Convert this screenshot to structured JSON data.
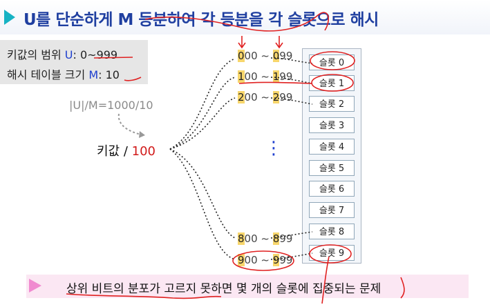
{
  "title": "U를 단순하게 M 등분하여 각 등분을 각 슬롯으로 해시",
  "info": {
    "line1_label": "키값의 범위 ",
    "line1_var": "U",
    "line1_sep": ": ",
    "line1_value": "0~999",
    "line2_label": "해시 테이블 크기 ",
    "line2_var": "M",
    "line2_sep": ": ",
    "line2_value": "10"
  },
  "ratio": "|U|/M=1000/10",
  "key": {
    "label": "키값 / ",
    "value": "100"
  },
  "ellipsis": "⋮",
  "slots": [
    "슬롯 0",
    "슬롯 1",
    "슬롯 2",
    "슬롯 3",
    "슬롯 4",
    "슬롯 5",
    "슬롯 6",
    "슬롯 7",
    "슬롯 8",
    "슬롯 9"
  ],
  "ranges": [
    {
      "h1": "0",
      "r1": "00 ~ ",
      "h2": "0",
      "r2": "99"
    },
    {
      "h1": "1",
      "r1": "00 ~ ",
      "h2": "1",
      "r2": "99"
    },
    {
      "h1": "2",
      "r1": "00 ~ ",
      "h2": "2",
      "r2": "99"
    },
    {
      "h1": "8",
      "r1": "00 ~ ",
      "h2": "8",
      "r2": "99"
    },
    {
      "h1": "9",
      "r1": "00 ~ ",
      "h2": "9",
      "r2": "99"
    }
  ],
  "problem": "상위 비트의 분포가 고르지 못하면 몇 개의 슬롯에 집중되는 문제",
  "colors": {
    "title": "#1f3fa0",
    "accent": "#17b3c4",
    "highlight": "#f7d66c",
    "annotation": "#e02020"
  }
}
